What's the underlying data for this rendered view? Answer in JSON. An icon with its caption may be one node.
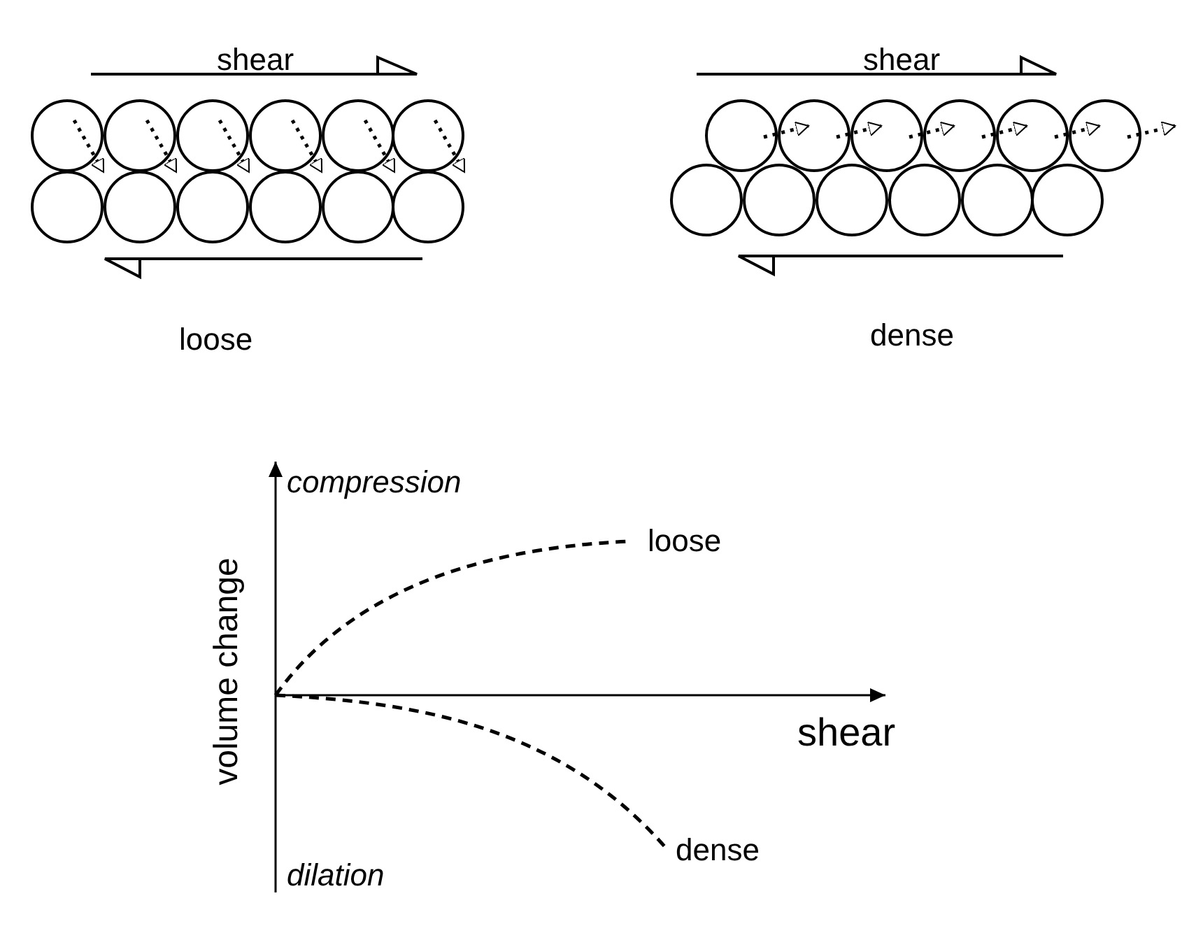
{
  "diagram": {
    "labels": [
      "shear",
      "shear",
      "loose",
      "dense",
      "compression",
      "loose",
      "volume change",
      "shear",
      "dense",
      "dilation"
    ]
  }
}
